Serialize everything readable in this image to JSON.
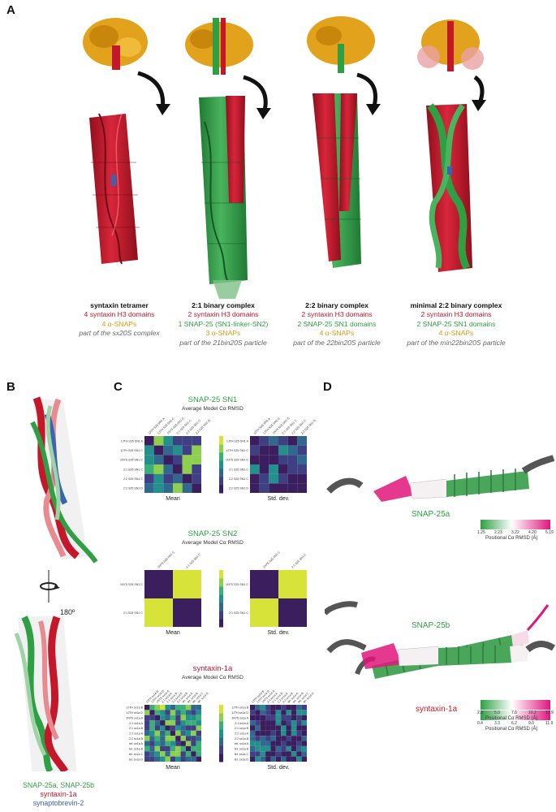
{
  "panels": {
    "A": "A",
    "B": "B",
    "C": "C",
    "D": "D"
  },
  "panel_a": {
    "complexes": [
      {
        "title": "syntaxin tetramer",
        "lines": [
          {
            "text": "4 syntaxin H3 domains",
            "color": "red"
          },
          {
            "text": "4 α-SNAPs",
            "color": "orange"
          },
          {
            "text": "part of the sx20S complex",
            "color": "gray"
          }
        ]
      },
      {
        "title": "2:1 binary complex",
        "lines": [
          {
            "text": "2 syntaxin H3 domains",
            "color": "red"
          },
          {
            "text": "1 SNAP-25 (SN1-linker-SN2)",
            "color": "green"
          },
          {
            "text": "3 α-SNAPs",
            "color": "orange"
          },
          {
            "text": "part of the 21bin20S particle",
            "color": "gray"
          }
        ]
      },
      {
        "title": "2:2 binary complex",
        "lines": [
          {
            "text": "2 syntaxin H3 domains",
            "color": "red"
          },
          {
            "text": "2 SNAP-25 SN1 domains",
            "color": "green"
          },
          {
            "text": "4 α-SNAPs",
            "color": "orange"
          },
          {
            "text": "part of the 22bin20S particle",
            "color": "gray"
          }
        ]
      },
      {
        "title": "minimal 2:2 binary complex",
        "lines": [
          {
            "text": "2 syntaxin H3 domains",
            "color": "red"
          },
          {
            "text": "2 SNAP-25 SN1 domains",
            "color": "green"
          },
          {
            "text": "4 α-SNAPs",
            "color": "orange"
          },
          {
            "text": "part of the min22bin20S particle",
            "color": "gray"
          }
        ]
      }
    ]
  },
  "panel_b": {
    "rotation": "180º",
    "legend": [
      {
        "text": "SNAP-25a, SNAP-25b",
        "color": "green"
      },
      {
        "text": "syntaxin-1a",
        "color": "red"
      },
      {
        "text": "synaptobrevin-2",
        "color": "blue"
      }
    ]
  },
  "panel_c": {
    "heatmaps": [
      {
        "title": "SNAP-25 SN1",
        "title_color": "green",
        "subtitle": "Average Model Cα RMSD",
        "labels": [
          "1JTH S25 SN1 A",
          "1JTH S25 SN1 C",
          "1N7S S25 SN1 C",
          "2:1 S25 SN1 C",
          "2:2 S25 SN1 C",
          "2:2 S25 SN1 D"
        ],
        "left_caption": "Mean",
        "right_caption": "Std. dev."
      },
      {
        "title": "SNAP-25 SN2",
        "title_color": "green",
        "subtitle": "Average Model Cα RMSD",
        "labels": [
          "1N7S S25 SN1 C",
          "2:1 S25 SN1 C"
        ],
        "left_caption": "Mean",
        "right_caption": "Std. dev."
      },
      {
        "title": "syntaxin-1a",
        "title_color": "red",
        "subtitle": "Average Model Cα RMSD",
        "labels": [
          "1JTH sx1a B",
          "1JTH sx1a D",
          "1N7S sx1a A",
          "2:1 sx1a A",
          "2:1 sx1a B",
          "2:2 sx1a A",
          "2:2 sx1a B",
          "tet. sx1a A",
          "tet. sx1a B",
          "tet. sx1a C",
          "tet. sx1a D"
        ],
        "left_caption": "Mean",
        "right_caption": "Std. dev."
      }
    ]
  },
  "panel_d": {
    "structures": [
      {
        "name": "SNAP-25a",
        "color": "green",
        "ticks": [
          "1.25",
          "2.23",
          "3.22",
          "4.20",
          "5.19"
        ],
        "axis": "Positional Cα RMSD (Å)"
      },
      {
        "name": "SNAP-25b",
        "color": "green",
        "ticks": [
          "0.4",
          "3.3",
          "6.2",
          "9.0",
          "11.9"
        ],
        "axis": "Positional Cα RMSD (Å)"
      },
      {
        "name": "syntaxin-1a",
        "color": "red",
        "ticks": [
          "2.3",
          "5.0",
          "7.6",
          "10.2",
          "12.9"
        ],
        "axis": "Positional Cα RMSD (Å)"
      }
    ]
  },
  "colors": {
    "red": "#c5172a",
    "green": "#2ea043",
    "orange": "#e39a12",
    "gray": "#666666",
    "blue": "#3a64b0",
    "gold": "#e2a21b",
    "viridis_low": "#3b1e5e",
    "viridis_high": "#d8e33a"
  }
}
